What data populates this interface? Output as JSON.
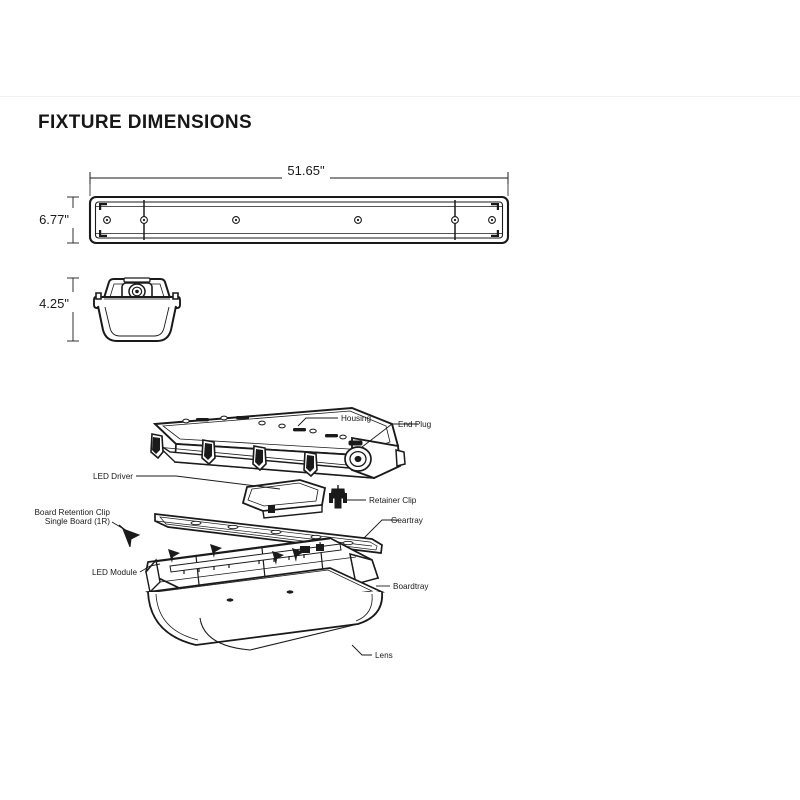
{
  "page": {
    "background_color": "#ffffff",
    "line_color": "#1a1a1a",
    "title": "FIXTURE DIMENSIONS"
  },
  "dimensions": {
    "length_label": "51.65\"",
    "width_label": "6.77\"",
    "height_label": "4.25\"",
    "length_value": 51.65,
    "width_value": 6.77,
    "height_value": 4.25,
    "units": "inches"
  },
  "views": {
    "top_view": {
      "name": "top-plan-view",
      "length_dim": "51.65\"",
      "width_dim": "6.77\""
    },
    "end_view": {
      "name": "end-section-view",
      "height_dim": "4.25\""
    },
    "exploded_view": {
      "name": "exploded-assembly-view"
    }
  },
  "callouts": [
    {
      "id": "housing",
      "label": "Housing"
    },
    {
      "id": "end-plug",
      "label": "End Plug"
    },
    {
      "id": "led-driver",
      "label": "LED Driver"
    },
    {
      "id": "retainer-clip",
      "label": "Retainer Clip"
    },
    {
      "id": "geartray",
      "label": "Geartray"
    },
    {
      "id": "board-retention-clip",
      "label": "Board Retention Clip"
    },
    {
      "id": "single-board",
      "label": "Single Board (1R)"
    },
    {
      "id": "led-module",
      "label": "LED Module"
    },
    {
      "id": "boardtray",
      "label": "Boardtray"
    },
    {
      "id": "lens",
      "label": "Lens"
    }
  ]
}
